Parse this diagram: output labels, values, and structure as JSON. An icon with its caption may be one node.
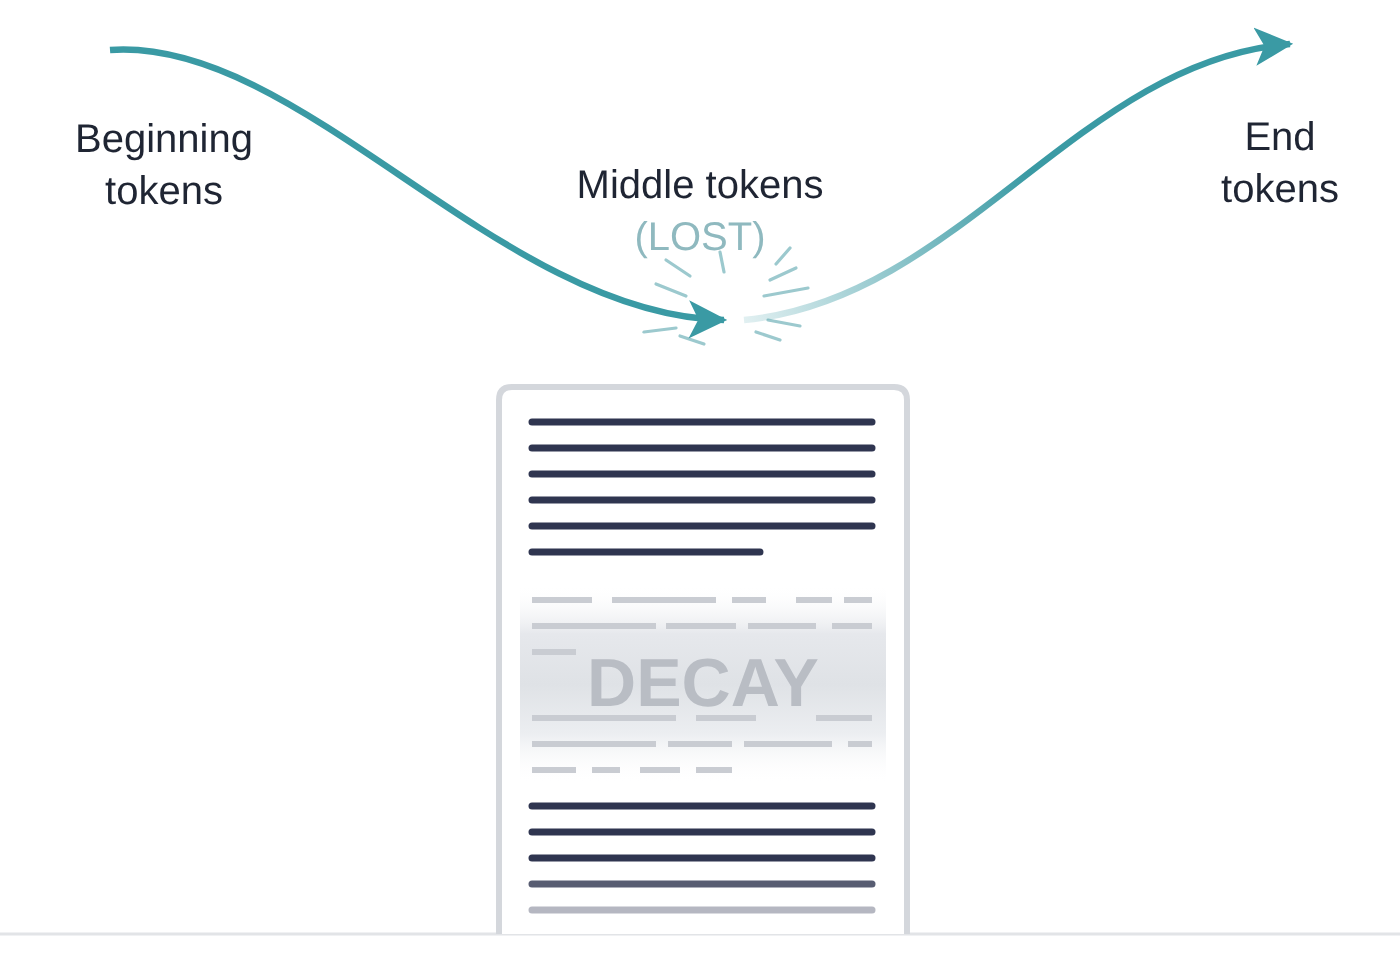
{
  "diagram": {
    "nodes": [
      {
        "text": [
          "Beginning tokens"
        ]
      },
      {
        "text": [
          "Middle tokens",
          "(LOST)"
        ]
      },
      {
        "text": [
          "End tokens"
        ]
      },
      {
        "text": [
          "DECAY"
        ]
      }
    ],
    "edges": [
      {
        "from": 0,
        "to": 1,
        "arrow": "to"
      },
      {
        "from": 1,
        "to": 2,
        "arrow": "to"
      }
    ]
  }
}
